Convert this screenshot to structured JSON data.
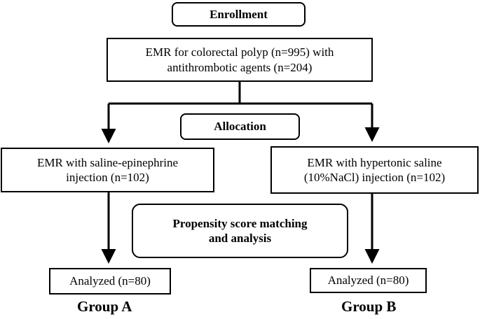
{
  "diagram": {
    "enrollment": "Enrollment",
    "emr_polyp": {
      "line1": "EMR for colorectal polyp (n=995) with",
      "line2": "antithrombotic agents (n=204)"
    },
    "allocation": "Allocation",
    "saline_epinephrine": {
      "line1": "EMR with saline-epinephrine",
      "line2": "injection (n=102)"
    },
    "hypertonic_saline": {
      "line1": "EMR with hypertonic saline",
      "line2": "(10%NaCl) injection (n=102)"
    },
    "propensity": {
      "line1": "Propensity score matching",
      "line2": "and analysis"
    },
    "analyzed_a": "Analyzed (n=80)",
    "analyzed_b": "Analyzed (n=80)",
    "group_a": "Group A",
    "group_b": "Group B"
  },
  "colors": {
    "line": "#000000",
    "box_fill": "#ffffff",
    "text": "#000000"
  }
}
